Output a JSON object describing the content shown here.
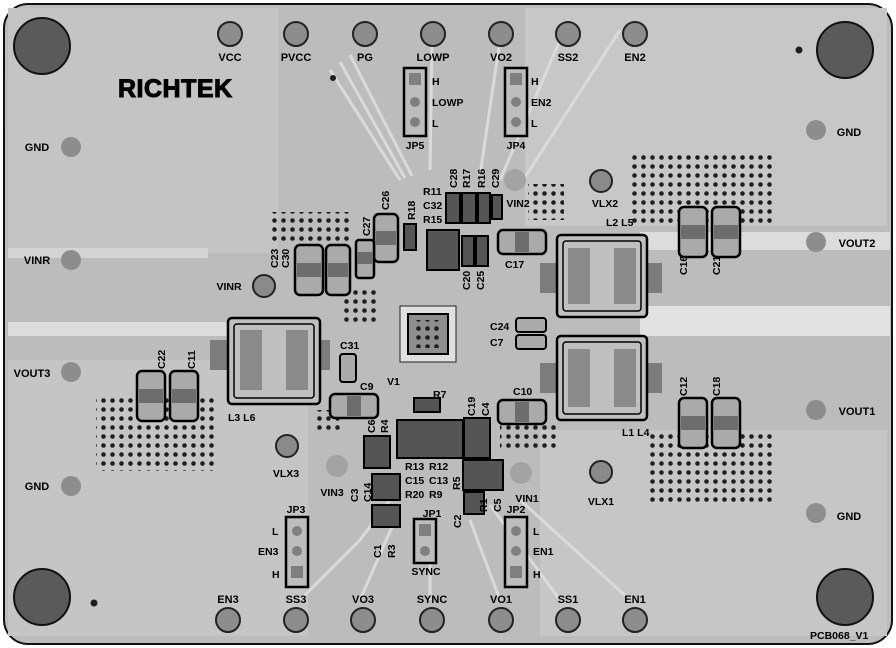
{
  "board": {
    "logo": "RICHTEK",
    "pcb_id": "PCB068_V1",
    "colors": {
      "board": "#b9b9b9",
      "plane": "#c9c9c9",
      "copper_light": "#dedede",
      "via": "#202020",
      "pad": "#8c8c8c"
    }
  },
  "top_pins": [
    "VCC",
    "PVCC",
    "PG",
    "LOWP",
    "VO2",
    "SS2",
    "EN2"
  ],
  "bottom_pins": [
    "EN3",
    "SS3",
    "VO3",
    "SYNC",
    "VO1",
    "SS1",
    "EN1"
  ],
  "left_pins": [
    "GND",
    "VINR",
    "VOUT3",
    "GND"
  ],
  "right_pins": [
    "GND",
    "VOUT2",
    "VOUT1",
    "GND"
  ],
  "test_points": {
    "vinr": "VINR",
    "vin2": "VIN2",
    "vlx2": "VLX2",
    "vlx3": "VLX3",
    "vlx1": "VLX1",
    "vin3": "VIN3",
    "vin1": "VIN1"
  },
  "jumpers": {
    "jp5": {
      "name": "JP5",
      "h": "H",
      "mid": "LOWP",
      "l": "L"
    },
    "jp4": {
      "name": "JP4",
      "h": "H",
      "mid": "EN2",
      "l": "L"
    },
    "jp3": {
      "name": "JP3",
      "l": "L",
      "mid": "EN3",
      "h": "H"
    },
    "jp2": {
      "name": "JP2",
      "l": "L",
      "mid": "EN1",
      "h": "H"
    },
    "jp1": {
      "name": "JP1",
      "mid": "SYNC"
    }
  },
  "refs": {
    "r11": "R11",
    "c32": "C32",
    "r15": "R15",
    "c28": "C28",
    "r17": "R17",
    "r16": "R16",
    "c29": "C29",
    "r18": "R18",
    "c26": "C26",
    "c27": "C27",
    "c23": "C23",
    "c30": "C30",
    "c20": "C20",
    "c25": "C25",
    "c17": "C17",
    "l2l5": "L2 L5",
    "c16": "C16",
    "c21": "C21",
    "c24": "C24",
    "c7": "C7",
    "c31": "C31",
    "c22": "C22",
    "c11": "C11",
    "l3l6": "L3 L6",
    "c9": "C9",
    "v1": "V1",
    "r7": "R7",
    "c19": "C19",
    "c4": "C4",
    "c10": "C10",
    "c12": "C12",
    "c18": "C18",
    "l1l4": "L1 L4",
    "c6": "C6",
    "r4": "R4",
    "r13": "R13",
    "r12": "R12",
    "c15": "C15",
    "c13": "C13",
    "r20": "R20",
    "r9": "R9",
    "r5": "R5",
    "c3": "C3",
    "c14": "C14",
    "r1": "R1",
    "c5": "C5",
    "c2": "C2",
    "c1": "C1",
    "r3": "R3"
  }
}
